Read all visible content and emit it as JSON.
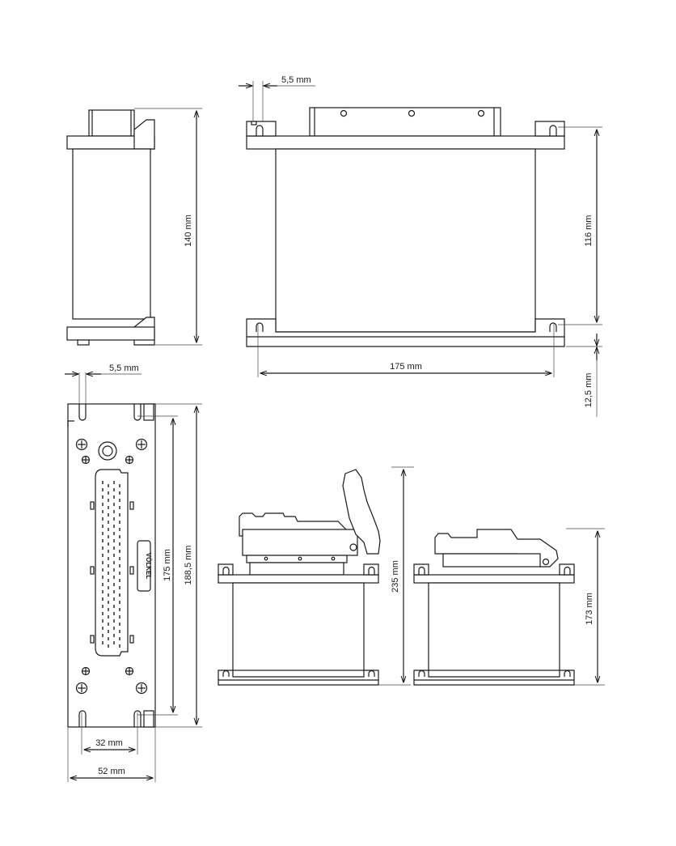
{
  "dimensions": {
    "d_5_5_top": "5,5 mm",
    "d_5_5_front": "5,5 mm",
    "d_140": "140 mm",
    "d_116": "116 mm",
    "d_175_width": "175 mm",
    "d_12_5": "12,5 mm",
    "d_175_height": "175 mm",
    "d_188_5": "188,5 mm",
    "d_32": "32 mm",
    "d_52": "52 mm",
    "d_235": "235 mm",
    "d_173": "173 mm"
  },
  "brand_label": "VÖLKEL",
  "colors": {
    "line": "#1a1a1a",
    "background": "#ffffff"
  }
}
